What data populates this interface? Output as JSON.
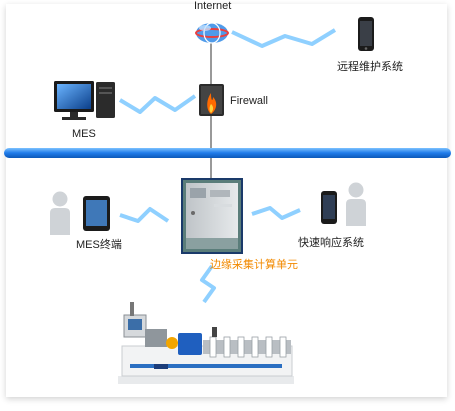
{
  "nodes": {
    "internet": "Internet",
    "remote": "远程维护系统",
    "firewall": "Firewall",
    "mes": "MES",
    "mes_terminal": "MES终端",
    "fast_response": "快速响应系统",
    "edge_unit": "边缘采集计算单元"
  },
  "colors": {
    "backbone": "#2e8bff",
    "lightning": "#8fd0ff",
    "edge_label": "#f28a00"
  }
}
